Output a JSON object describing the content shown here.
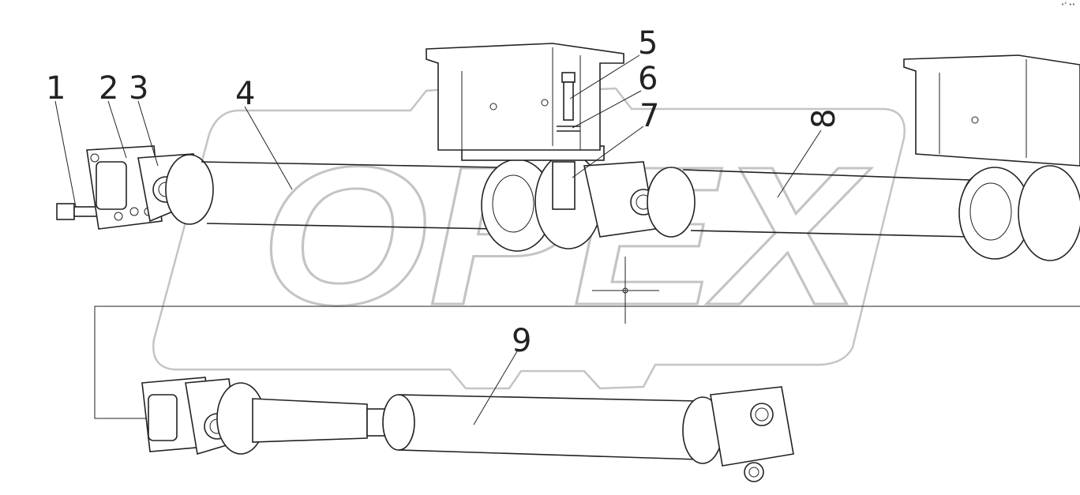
{
  "diagram": {
    "callouts": [
      "1",
      "2",
      "3",
      "4",
      "5",
      "6",
      "7",
      "8",
      "9"
    ],
    "corner_marks": "•°  ••"
  },
  "watermark": {
    "text": "OPEX",
    "color": "#c4c4c4"
  },
  "colors": {
    "line": "#222222",
    "background": "#ffffff"
  }
}
